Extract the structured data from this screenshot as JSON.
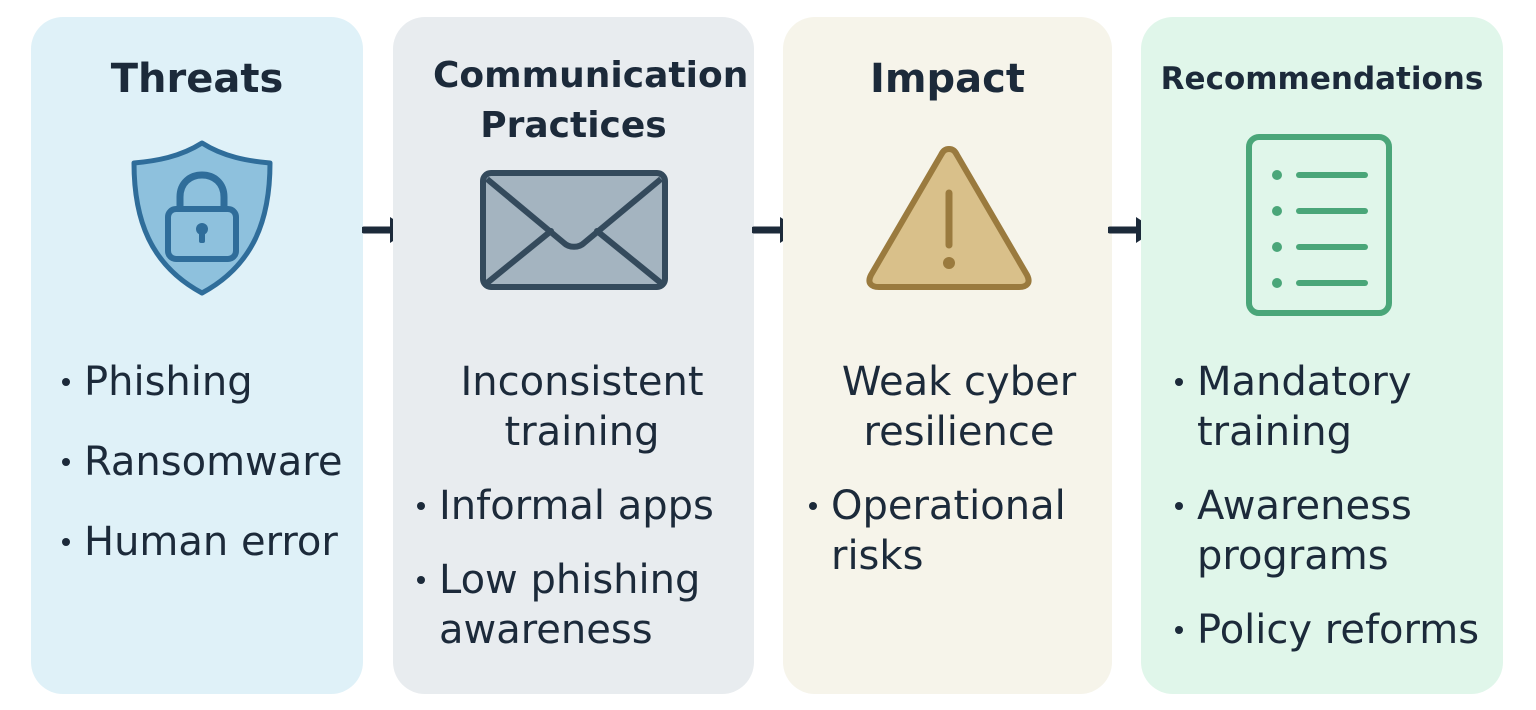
{
  "colors": {
    "threats_bg": "#dff1f8",
    "communication_bg": "#e8ecef",
    "impact_bg": "#f6f4ea",
    "recommendations_bg": "#e0f6ea",
    "text": "#1c2a3a",
    "shield_fill": "#8ec1dd",
    "shield_stroke": "#2f6d9a",
    "envelope_fill": "#a4b4c0",
    "envelope_stroke": "#344a5c",
    "warning_fill": "#d9c08a",
    "warning_stroke": "#9a7a3e",
    "checklist_stroke": "#4aa679"
  },
  "panels": {
    "threats": {
      "title": "Threats",
      "icon": "shield-lock-icon",
      "items": [
        "Phishing",
        "Ransomware",
        "Human error"
      ]
    },
    "communication": {
      "title": "Communication Practices",
      "icon": "envelope-icon",
      "items": [
        "Inconsistent training",
        "Informal apps",
        "Low phishing awareness"
      ]
    },
    "impact": {
      "title": "Impact",
      "icon": "warning-icon",
      "items": [
        "Weak cyber resilience",
        "Operational risks"
      ]
    },
    "recommendations": {
      "title": "Recommendations",
      "icon": "checklist-icon",
      "items": [
        "Mandatory training",
        "Awareness programs",
        "Policy reforms"
      ]
    }
  },
  "arrows": [
    "arrow-right-icon",
    "arrow-right-icon",
    "arrow-right-icon"
  ]
}
